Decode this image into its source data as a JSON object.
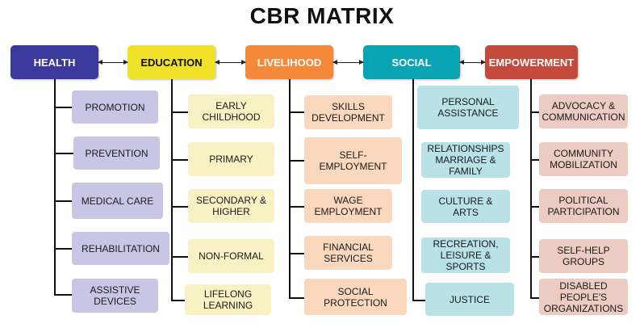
{
  "title": "CBR MATRIX",
  "colors": {
    "health": "#3b3a9c",
    "health_item": "#c9c5e5",
    "education": "#f0e229",
    "education_item": "#f8f1c3",
    "livelihood": "#f5893a",
    "livelihood_item": "#f9d8bd",
    "social": "#0aa3b2",
    "social_item": "#b9e2e7",
    "empowerment": "#c44a3b",
    "empowerment_item": "#ecccc2"
  },
  "columns": [
    {
      "key": "health",
      "label": "HEALTH",
      "items": [
        "PROMOTION",
        "PREVENTION",
        "MEDICAL CARE",
        "REHABILITATION",
        "ASSISTIVE\nDEVICES"
      ]
    },
    {
      "key": "education",
      "label": "EDUCATION",
      "items": [
        "EARLY\nCHILDHOOD",
        "PRIMARY",
        "SECONDARY &\nHIGHER",
        "NON-FORMAL",
        "LIFELONG\nLEARNING"
      ]
    },
    {
      "key": "livelihood",
      "label": "LIVELIHOOD",
      "items": [
        "SKILLS\nDEVELOPMENT",
        "SELF-\nEMPLOYMENT",
        "WAGE\nEMPLOYMENT",
        "FINANCIAL\nSERVICES",
        "SOCIAL\nPROTECTION"
      ]
    },
    {
      "key": "social",
      "label": "SOCIAL",
      "items": [
        "PERSONAL\nASSISTANCE",
        "RELATIONSHIPS\nMARRIAGE &\nFAMILY",
        "CULTURE &\nARTS",
        "RECREATION,\nLEISURE &\nSPORTS",
        "JUSTICE"
      ]
    },
    {
      "key": "empowerment",
      "label": "EMPOWERMENT",
      "items": [
        "ADVOCACY &\nCOMMUNICATION",
        "COMMUNITY\nMOBILIZATION",
        "POLITICAL\nPARTICIPATION",
        "SELF-HELP\nGROUPS",
        "DISABLED\nPEOPLE'S\nORGANIZATIONS"
      ]
    }
  ]
}
